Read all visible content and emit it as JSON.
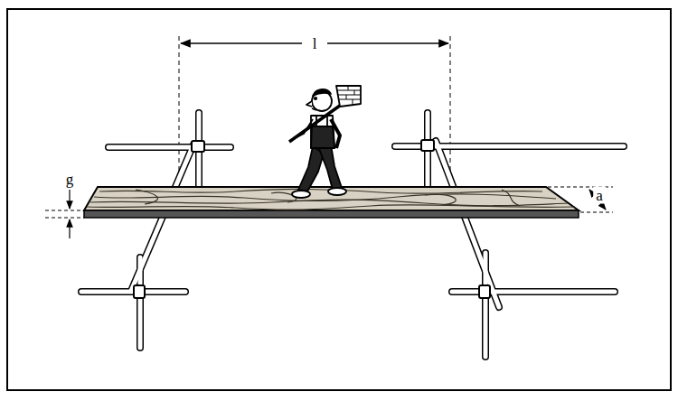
{
  "diagram": {
    "labels": [
      "l",
      "g",
      "a"
    ]
  }
}
